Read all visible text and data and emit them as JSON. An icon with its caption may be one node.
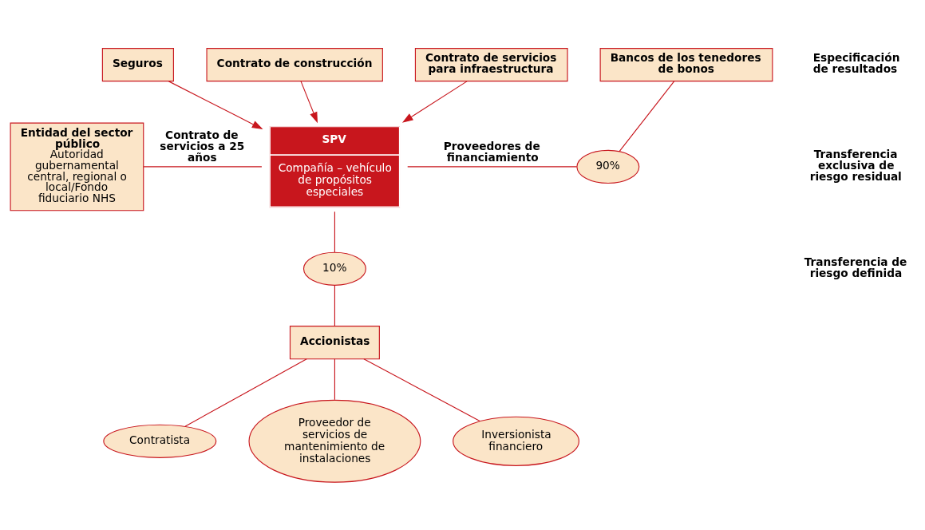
{
  "diagram": {
    "nodes": [
      {
        "text": [
          "Seguros"
        ]
      },
      {
        "text": [
          "SPV",
          "Compañía – vehículo de propósitos especiales"
        ]
      },
      {
        "text": [
          "Entidad del sector público",
          "Autoridad gubernamental central, regional o local/Fondo fiduciario NHS"
        ]
      },
      {
        "text": [
          "Contrato de construcción"
        ]
      },
      {
        "text": [
          "Contrato de servicios para infraestructura"
        ]
      },
      {
        "text": [
          "Bancos de los tenedores de bonos"
        ]
      },
      {
        "text": [
          "90%"
        ]
      },
      {
        "text": [
          "10%"
        ]
      },
      {
        "text": [
          "Accionistas"
        ]
      },
      {
        "text": [
          "Contratista"
        ]
      },
      {
        "text": [
          "Proveedor de servicios de mantenimiento de instalaciones"
        ]
      },
      {
        "text": [
          "Inversionista financiero"
        ]
      }
    ],
    "edges": [
      {
        "from": 0,
        "to": 1,
        "arrow": "to"
      },
      {
        "from": 2,
        "to": 1,
        "arrow": "none",
        "label": "Contrato de servicios a 25 años"
      },
      {
        "from": 3,
        "to": 1,
        "arrow": "to"
      },
      {
        "from": 4,
        "to": 1,
        "arrow": "to"
      },
      {
        "from": 5,
        "to": 6,
        "arrow": "none"
      },
      {
        "from": 1,
        "to": 6,
        "arrow": "none",
        "label": "Proveedores de financiamiento"
      },
      {
        "from": 1,
        "to": 7,
        "arrow": "none"
      },
      {
        "from": 7,
        "to": 8,
        "arrow": "none"
      },
      {
        "from": 8,
        "to": 9,
        "arrow": "none"
      },
      {
        "from": 8,
        "to": 10,
        "arrow": "none"
      },
      {
        "from": 8,
        "to": 11,
        "arrow": "none"
      }
    ],
    "labels": [
      "Especificación de resultados",
      "Transferencia exclusiva de riesgo residual",
      "Transferencia de riesgo definida"
    ]
  }
}
